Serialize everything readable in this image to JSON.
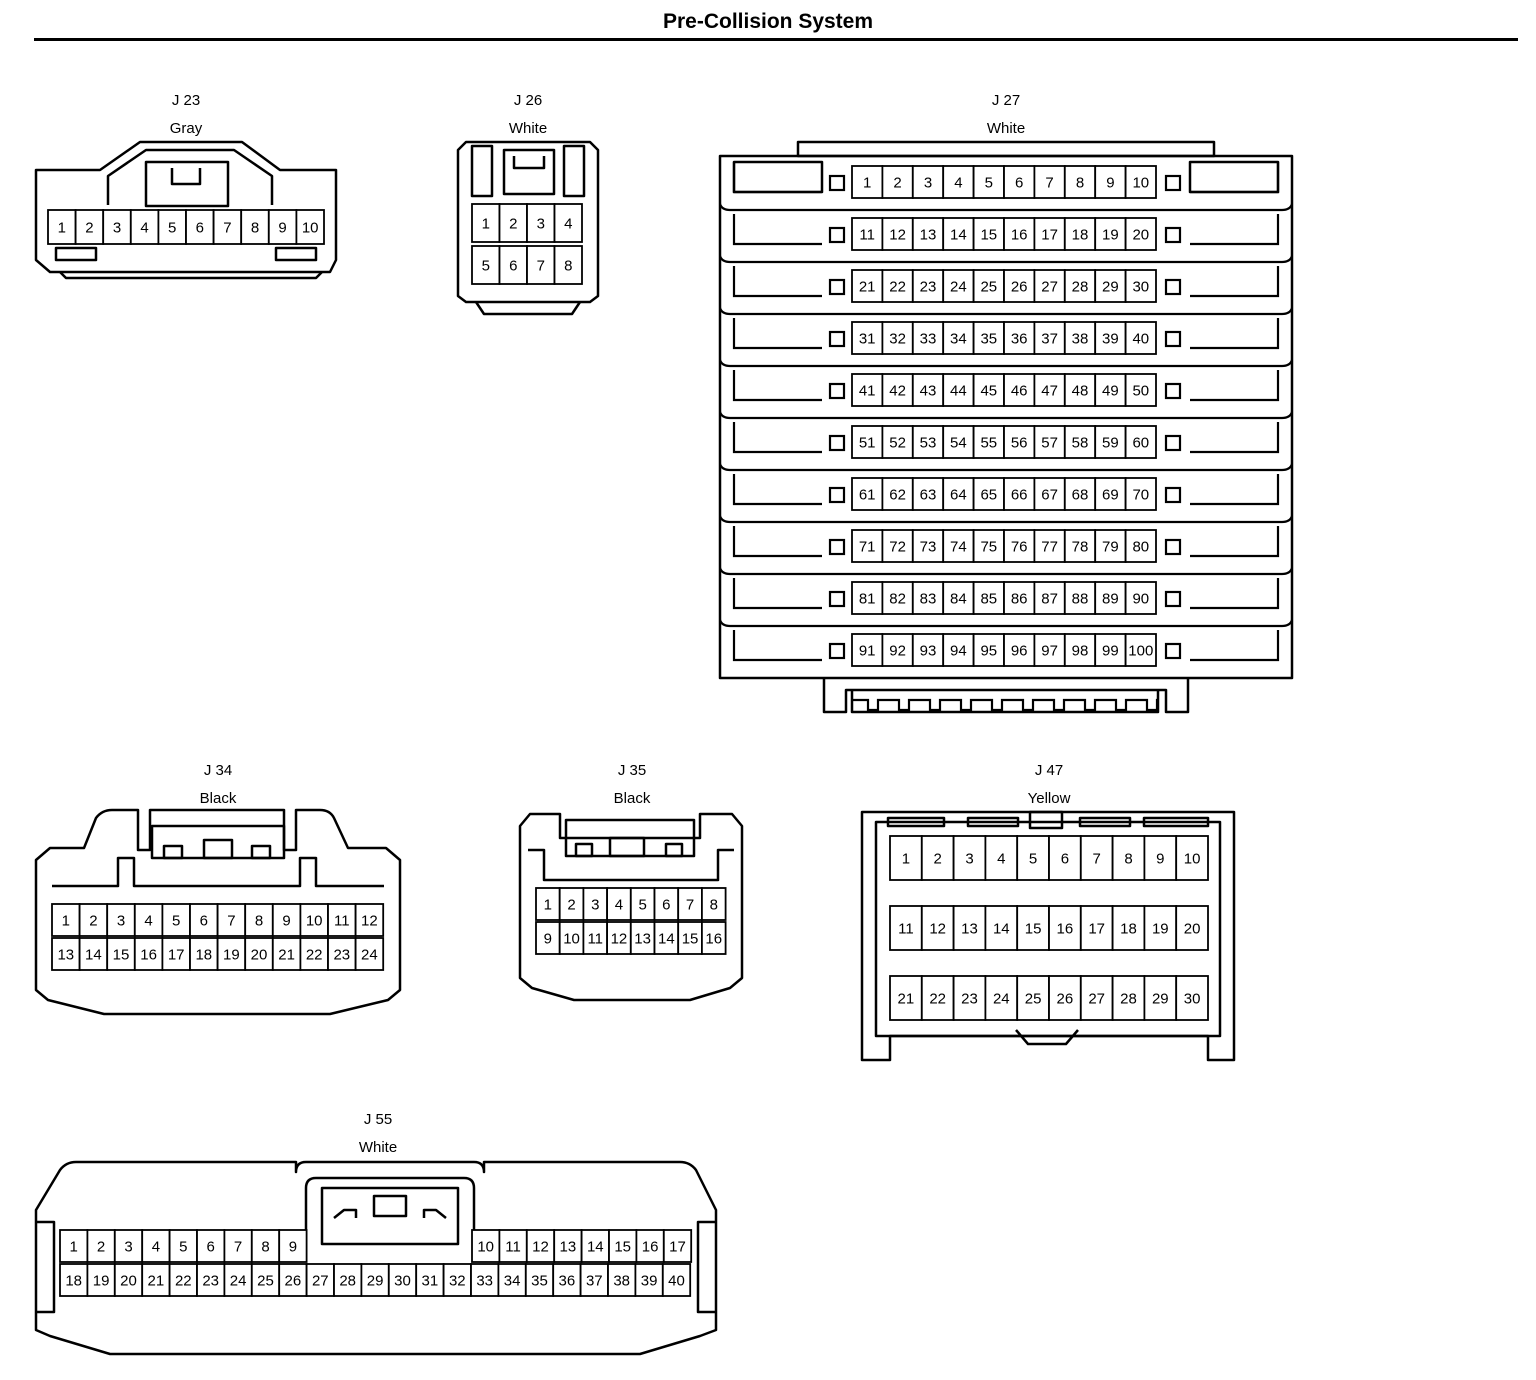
{
  "title": "Pre-Collision System",
  "connectors": [
    {
      "id": "J 23",
      "color": "Gray",
      "rows": [
        [
          "1",
          "2",
          "3",
          "4",
          "5",
          "6",
          "7",
          "8",
          "9",
          "10"
        ]
      ]
    },
    {
      "id": "J 26",
      "color": "White",
      "rows": [
        [
          "1",
          "2",
          "3",
          "4"
        ],
        [
          "5",
          "6",
          "7",
          "8"
        ]
      ]
    },
    {
      "id": "J 27",
      "color": "White",
      "rows": [
        [
          "1",
          "2",
          "3",
          "4",
          "5",
          "6",
          "7",
          "8",
          "9",
          "10"
        ],
        [
          "11",
          "12",
          "13",
          "14",
          "15",
          "16",
          "17",
          "18",
          "19",
          "20"
        ],
        [
          "21",
          "22",
          "23",
          "24",
          "25",
          "26",
          "27",
          "28",
          "29",
          "30"
        ],
        [
          "31",
          "32",
          "33",
          "34",
          "35",
          "36",
          "37",
          "38",
          "39",
          "40"
        ],
        [
          "41",
          "42",
          "43",
          "44",
          "45",
          "46",
          "47",
          "48",
          "49",
          "50"
        ],
        [
          "51",
          "52",
          "53",
          "54",
          "55",
          "56",
          "57",
          "58",
          "59",
          "60"
        ],
        [
          "61",
          "62",
          "63",
          "64",
          "65",
          "66",
          "67",
          "68",
          "69",
          "70"
        ],
        [
          "71",
          "72",
          "73",
          "74",
          "75",
          "76",
          "77",
          "78",
          "79",
          "80"
        ],
        [
          "81",
          "82",
          "83",
          "84",
          "85",
          "86",
          "87",
          "88",
          "89",
          "90"
        ],
        [
          "91",
          "92",
          "93",
          "94",
          "95",
          "96",
          "97",
          "98",
          "99",
          "100"
        ]
      ]
    },
    {
      "id": "J 34",
      "color": "Black",
      "rows": [
        [
          "1",
          "2",
          "3",
          "4",
          "5",
          "6",
          "7",
          "8",
          "9",
          "10",
          "11",
          "12"
        ],
        [
          "13",
          "14",
          "15",
          "16",
          "17",
          "18",
          "19",
          "20",
          "21",
          "22",
          "23",
          "24"
        ]
      ]
    },
    {
      "id": "J 35",
      "color": "Black",
      "rows": [
        [
          "1",
          "2",
          "3",
          "4",
          "5",
          "6",
          "7",
          "8"
        ],
        [
          "9",
          "10",
          "11",
          "12",
          "13",
          "14",
          "15",
          "16"
        ]
      ]
    },
    {
      "id": "J 47",
      "color": "Yellow",
      "rows": [
        [
          "1",
          "2",
          "3",
          "4",
          "5",
          "6",
          "7",
          "8",
          "9",
          "10"
        ],
        [
          "11",
          "12",
          "13",
          "14",
          "15",
          "16",
          "17",
          "18",
          "19",
          "20"
        ],
        [
          "21",
          "22",
          "23",
          "24",
          "25",
          "26",
          "27",
          "28",
          "29",
          "30"
        ]
      ]
    },
    {
      "id": "J 55",
      "color": "White",
      "rows": [
        [
          "1",
          "2",
          "3",
          "4",
          "5",
          "6",
          "7",
          "8",
          "9",
          "10",
          "11",
          "12",
          "13",
          "14",
          "15",
          "16",
          "17"
        ],
        [
          "18",
          "19",
          "20",
          "21",
          "22",
          "23",
          "24",
          "25",
          "26",
          "27",
          "28",
          "29",
          "30",
          "31",
          "32",
          "33",
          "34",
          "35",
          "36",
          "37",
          "38",
          "39",
          "40"
        ]
      ]
    }
  ]
}
